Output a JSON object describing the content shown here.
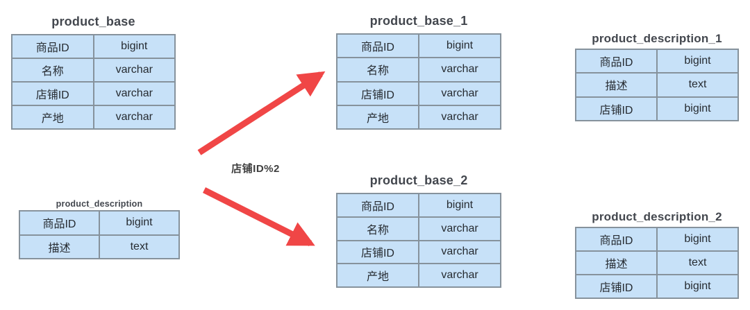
{
  "colors": {
    "table_fill": "#C7E1F8",
    "table_border": "#86929C",
    "arrow_red": "#F04646",
    "title_text": "#43474E",
    "cell_text": "#262B31",
    "label_text": "#3F3F3F",
    "background": "#FFFFFF"
  },
  "arrow_label": "店铺ID%2",
  "tables": {
    "product_base": {
      "title": "product_base",
      "rows": [
        [
          "商品ID",
          "bigint"
        ],
        [
          "名称",
          "varchar"
        ],
        [
          "店铺ID",
          "varchar"
        ],
        [
          "产地",
          "varchar"
        ]
      ]
    },
    "product_description": {
      "title": "product_description",
      "rows": [
        [
          "商品ID",
          "bigint"
        ],
        [
          "描述",
          "text"
        ]
      ]
    },
    "product_base_1": {
      "title": "product_base_1",
      "rows": [
        [
          "商品ID",
          "bigint"
        ],
        [
          "名称",
          "varchar"
        ],
        [
          "店铺ID",
          "varchar"
        ],
        [
          "产地",
          "varchar"
        ]
      ]
    },
    "product_base_2": {
      "title": "product_base_2",
      "rows": [
        [
          "商品ID",
          "bigint"
        ],
        [
          "名称",
          "varchar"
        ],
        [
          "店铺ID",
          "varchar"
        ],
        [
          "产地",
          "varchar"
        ]
      ]
    },
    "product_description_1": {
      "title": "product_description_1",
      "rows": [
        [
          "商品ID",
          "bigint"
        ],
        [
          "描述",
          "text"
        ],
        [
          "店铺ID",
          "bigint"
        ]
      ]
    },
    "product_description_2": {
      "title": "product_description_2",
      "rows": [
        [
          "商品ID",
          "bigint"
        ],
        [
          "描述",
          "text"
        ],
        [
          "店铺ID",
          "bigint"
        ]
      ]
    }
  }
}
